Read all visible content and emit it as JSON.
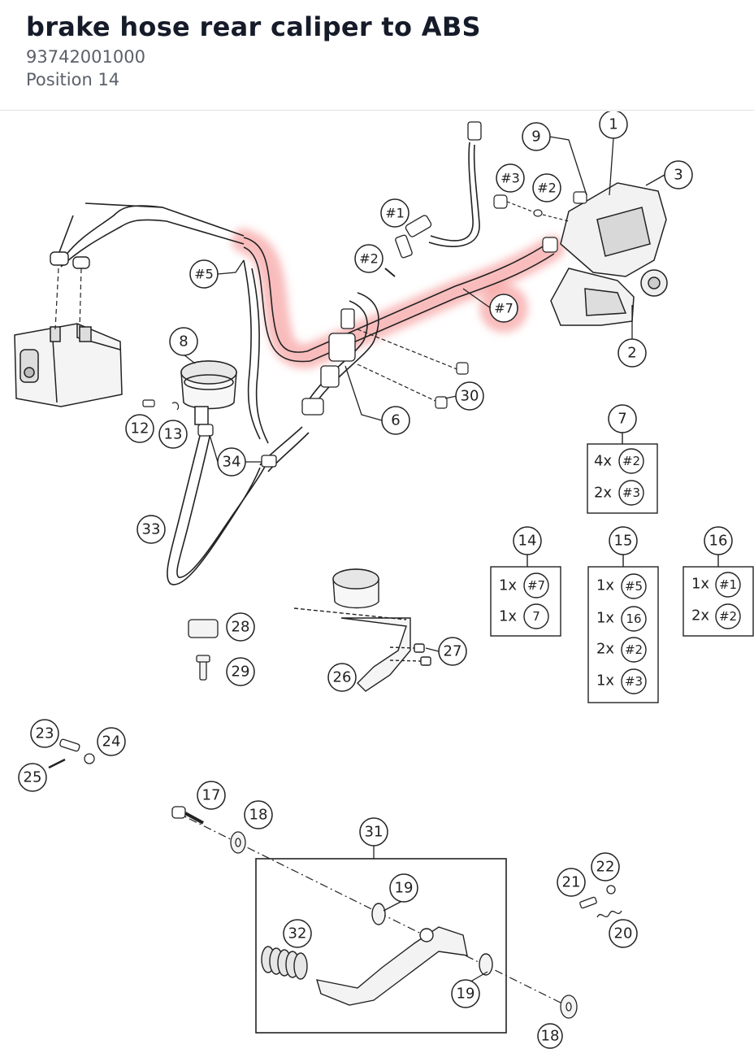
{
  "header": {
    "title": "brake hose rear caliper to ABS",
    "part_number": "93742001000",
    "position": "Position 14"
  },
  "colors": {
    "highlight": "#f26b6b",
    "title": "#161b2a",
    "subtitle": "#5b606a",
    "line": "#222222"
  },
  "callouts": {
    "c1": "1",
    "c2": "2",
    "c3": "3",
    "c5": "#5",
    "c7": "#7",
    "c8": "8",
    "c9": "9",
    "c6": "6",
    "c30": "30",
    "c12": "12",
    "c13": "13",
    "c34": "34",
    "c33": "33",
    "h1": "#1",
    "h2a": "#2",
    "h2b": "#2",
    "h3": "#3",
    "c28": "28",
    "c29": "29",
    "c27": "27",
    "c26": "26",
    "c23": "23",
    "c24": "24",
    "c25": "25",
    "c17": "17",
    "c18a": "18",
    "c18b": "18",
    "c31": "31",
    "c19a": "19",
    "c19b": "19",
    "c32": "32",
    "c21": "21",
    "c22": "22",
    "c20": "20"
  },
  "kits": {
    "k7": {
      "label": "7",
      "rows": [
        {
          "qty": "4x",
          "ref": "#2"
        },
        {
          "qty": "2x",
          "ref": "#3"
        }
      ]
    },
    "k14": {
      "label": "14",
      "rows": [
        {
          "qty": "1x",
          "ref": "#7"
        },
        {
          "qty": "1x",
          "ref": "7"
        }
      ]
    },
    "k15": {
      "label": "15",
      "rows": [
        {
          "qty": "1x",
          "ref": "#5"
        },
        {
          "qty": "1x",
          "ref": "16"
        },
        {
          "qty": "2x",
          "ref": "#2"
        },
        {
          "qty": "1x",
          "ref": "#3"
        }
      ]
    },
    "k16": {
      "label": "16",
      "rows": [
        {
          "qty": "1x",
          "ref": "#1"
        },
        {
          "qty": "2x",
          "ref": "#2"
        }
      ]
    }
  }
}
